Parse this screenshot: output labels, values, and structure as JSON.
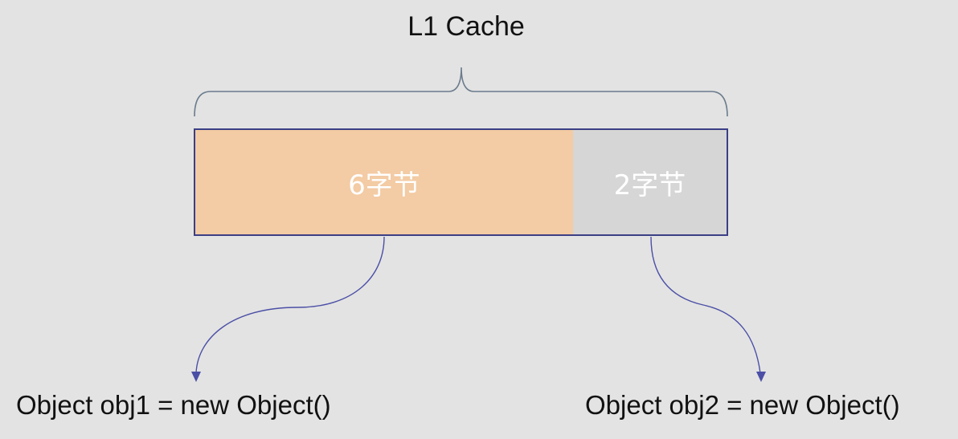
{
  "title": "L1 Cache",
  "segments": [
    {
      "label": "6字节",
      "bytes": 6,
      "color": "#f3cba4"
    },
    {
      "label": "2字节",
      "bytes": 2,
      "color": "#d6d6d6"
    }
  ],
  "objects": [
    {
      "code": "Object obj1 = new Object()"
    },
    {
      "code": "Object obj2 = new Object()"
    }
  ],
  "colors": {
    "background": "#e3e3e3",
    "border": "#3b3f85",
    "bracket": "#6b7b8c",
    "arrow": "#4b4fa6"
  }
}
